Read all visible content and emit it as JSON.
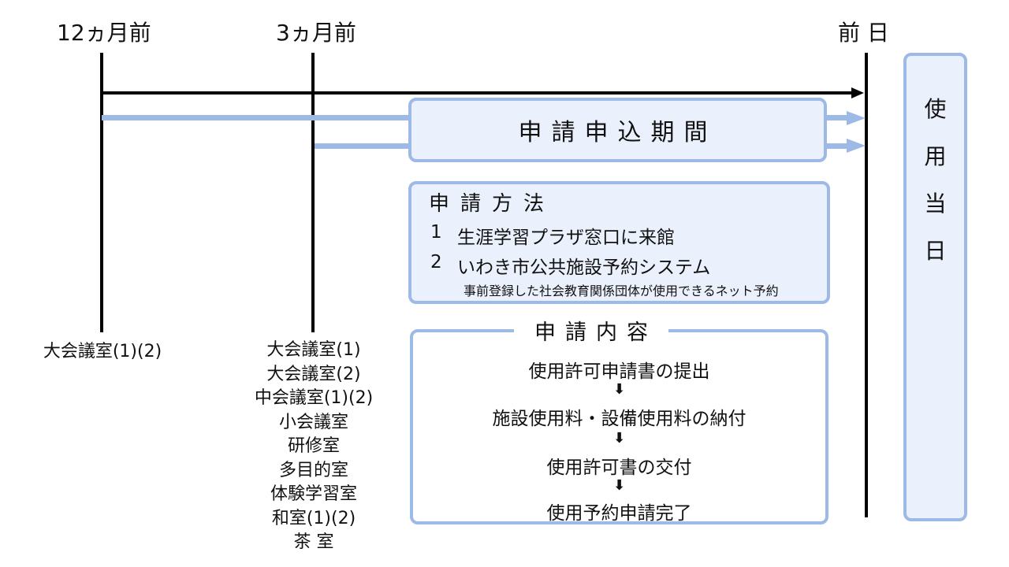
{
  "timeline": {
    "label_12m": "12ヵ月前",
    "label_3m": "3ヵ月前",
    "label_prev_day": "前 日"
  },
  "rooms_12m": [
    "大会議室(1)(2)"
  ],
  "rooms_3m": [
    "大会議室(1)",
    "大会議室(2)",
    "中会議室(1)(2)",
    "小会議室",
    "研修室",
    "多目的室",
    "体験学習室",
    "和室(1)(2)",
    "茶 室"
  ],
  "application_period": {
    "label": "申請申込期間"
  },
  "application_method": {
    "title": "申請方法",
    "item1_num": "1",
    "item1_text": "生涯学習プラザ窓口に来館",
    "item2_num": "2",
    "item2_text": "いわき市公共施設予約システム",
    "item2_note": "事前登録した社会教育関係団体が使用できるネット予約"
  },
  "application_content": {
    "title": "申請内容",
    "steps": [
      "使用許可申請書の提出",
      "施設使用料・設備使用料の納付",
      "使用許可書の交付",
      "使用予約申請完了"
    ],
    "arrow": "⬇"
  },
  "usage_day": {
    "chars": [
      "使",
      "用",
      "当",
      "日"
    ]
  },
  "colors": {
    "accent": "#9db9e6",
    "fill": "#eaf1fc",
    "line": "#000000"
  }
}
